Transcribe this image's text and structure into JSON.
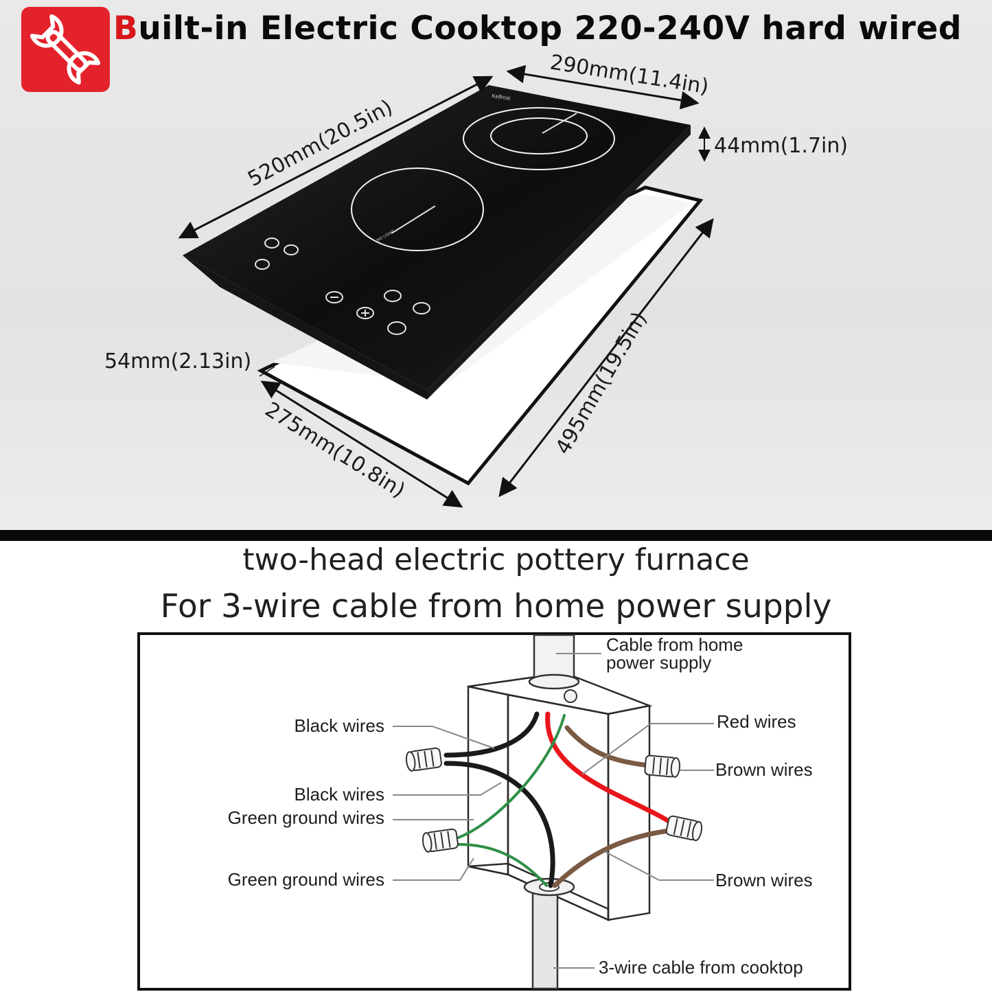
{
  "header": {
    "title_first_letter": "B",
    "title_rest": "uilt-in Electric Cooktop 220-240V hard wired",
    "badge_icon": "wrench-icon"
  },
  "dimensions": {
    "length_top": "520mm(20.5in)",
    "width_top": "290mm(11.4in)",
    "thickness": "44mm(1.7in)",
    "edge": "54mm(2.13in)",
    "cutout_width": "275mm(10.8in)",
    "cutout_length": "495mm(19.5in)"
  },
  "cooktop": {
    "brand": "Kelfrost",
    "zone_mark": "NO LIGHT"
  },
  "wiring": {
    "heading": "two-head electric pottery furnace",
    "subheading": "For 3-wire cable from home power supply",
    "labels": {
      "cable_home_1": "Cable from home",
      "cable_home_2": "power supply",
      "black_wires_1": "Black wires",
      "black_wires_2": "Black wires",
      "green_ground_1": "Green ground wires",
      "green_ground_2": "Green  ground wires",
      "red_wires": "Red  wires",
      "brown_wires_1": "Brown wires",
      "brown_wires_2": "Brown wires",
      "cable_cooktop": "3-wire cable from cooktop"
    },
    "colors": {
      "black": "#1a1a1a",
      "red": "#e8161b",
      "green": "#2f8f46",
      "brown": "#7b5a44"
    }
  }
}
